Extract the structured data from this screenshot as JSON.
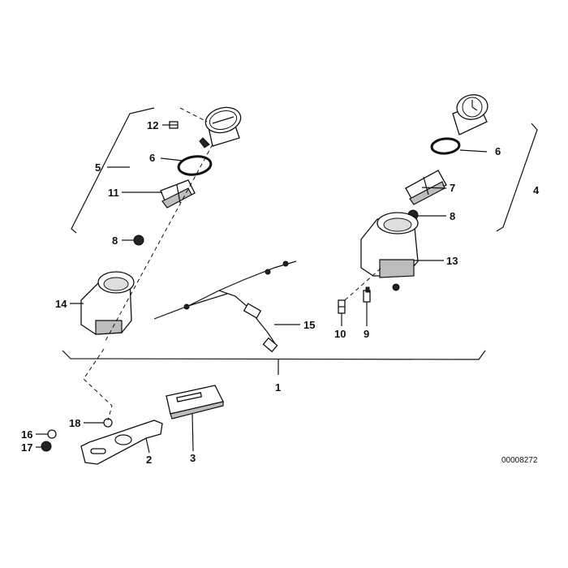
{
  "diagram": {
    "reference_number": "00008272",
    "callouts": {
      "c1": "1",
      "c2": "2",
      "c3": "3",
      "c4": "4",
      "c5": "5",
      "c6a": "6",
      "c6b": "6",
      "c7": "7",
      "c8a": "8",
      "c8b": "8",
      "c9": "9",
      "c10": "10",
      "c11": "11",
      "c12": "12",
      "c13": "13",
      "c14": "14",
      "c15": "15",
      "c16": "16",
      "c17": "17",
      "c18": "18"
    }
  }
}
